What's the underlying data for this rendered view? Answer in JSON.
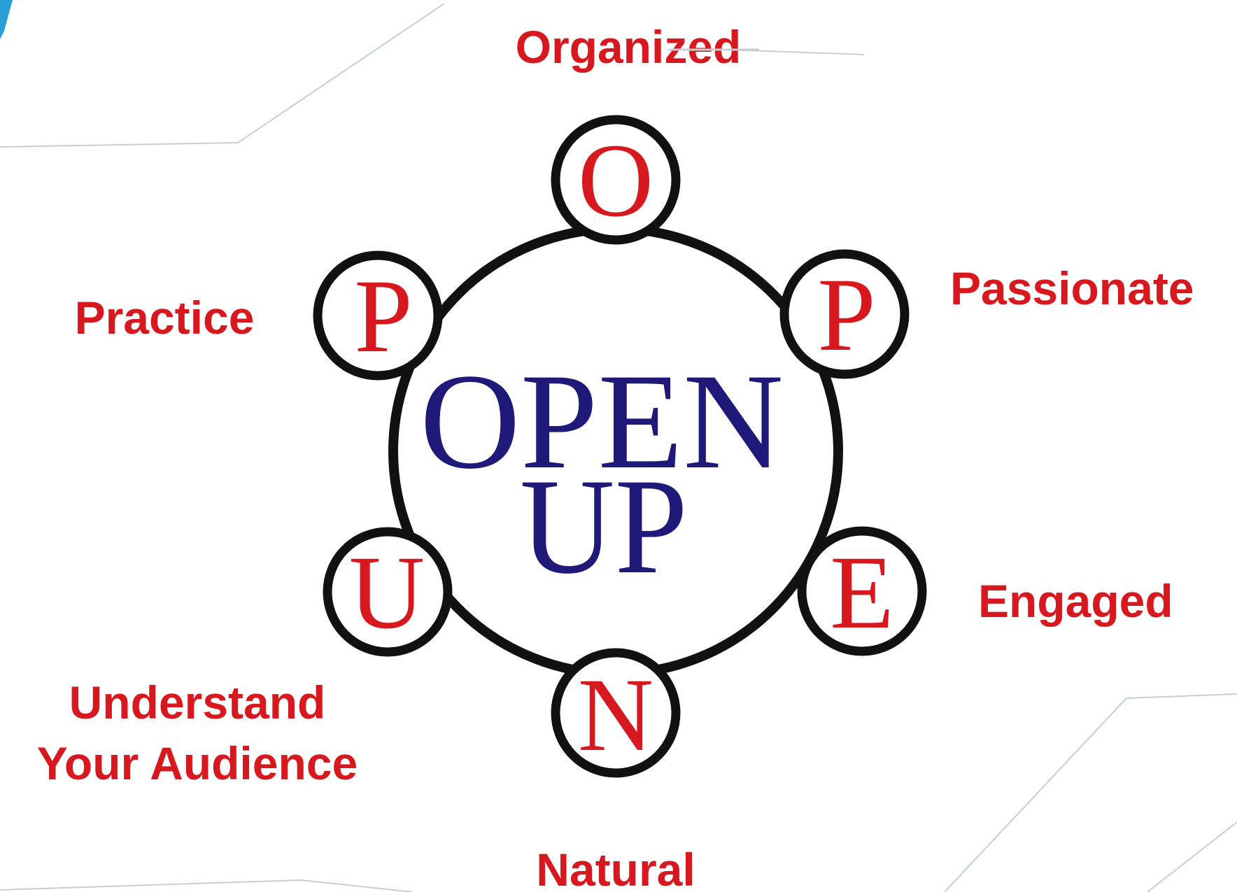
{
  "colors": {
    "label": "#d7191f",
    "letter": "#d7191f",
    "center": "#1f1a7a",
    "ring": "#111111",
    "decor_line": "#c9ced3",
    "corner_accent": "#2a9fd6"
  },
  "center": {
    "line1": "OPEN",
    "line2": "UP"
  },
  "nodes": [
    {
      "letter": "O",
      "label": "Organized"
    },
    {
      "letter": "P",
      "label": "Passionate"
    },
    {
      "letter": "E",
      "label": "Engaged"
    },
    {
      "letter": "N",
      "label": "Natural"
    },
    {
      "letter": "U",
      "label_lines": [
        "Understand",
        "Your Audience"
      ]
    },
    {
      "letter": "P",
      "label": "Practice"
    }
  ]
}
